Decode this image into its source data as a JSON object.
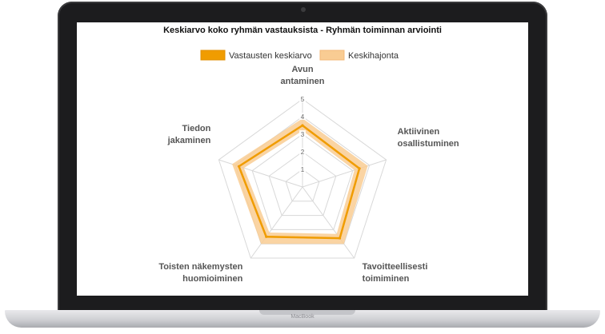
{
  "device": {
    "brand_label": "MacBook",
    "bezel_color": "#1c1c1e",
    "base_color": "#cfd0d4"
  },
  "chart_data": {
    "type": "radar",
    "title": "Keskiarvo koko ryhmän vastauksista - Ryhmän toiminnan arviointi",
    "axes": [
      [
        "Avun",
        "antaminen"
      ],
      [
        "Aktiivinen",
        "osallistuminen"
      ],
      [
        "Tavoitteellisesti",
        "toimiminen"
      ],
      [
        "Toisten näkemysten",
        "huomioiminen"
      ],
      [
        "Tiedon",
        "jakaminen"
      ]
    ],
    "ticks": [
      "1",
      "2",
      "3",
      "4",
      "5"
    ],
    "rmin": 0,
    "rmax": 5,
    "series": [
      {
        "name": "Vastausten keskiarvo",
        "values": [
          3.5,
          3.4,
          3.6,
          3.5,
          3.8
        ],
        "color": "#f09c00"
      },
      {
        "name": "Keskihajonta",
        "lower": [
          3.2,
          3.1,
          3.3,
          3.2,
          3.5
        ],
        "upper": [
          3.9,
          3.9,
          4.0,
          4.0,
          4.2
        ],
        "color": "#f9cc93"
      }
    ],
    "legend_position": "top",
    "grid": true
  }
}
